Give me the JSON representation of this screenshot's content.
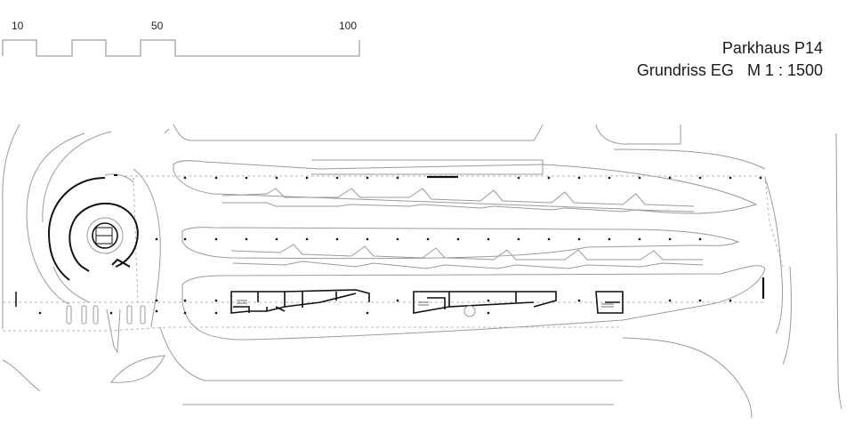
{
  "title": {
    "line1": "Parkhaus P14",
    "line2": "Grundriss EG   M 1 : 1500"
  },
  "scale_bar": {
    "labels": [
      "10",
      "50",
      "100"
    ]
  },
  "colors": {
    "line": "#9a9a9a",
    "wall": "#111111",
    "dashed": "#b5b5b5"
  }
}
